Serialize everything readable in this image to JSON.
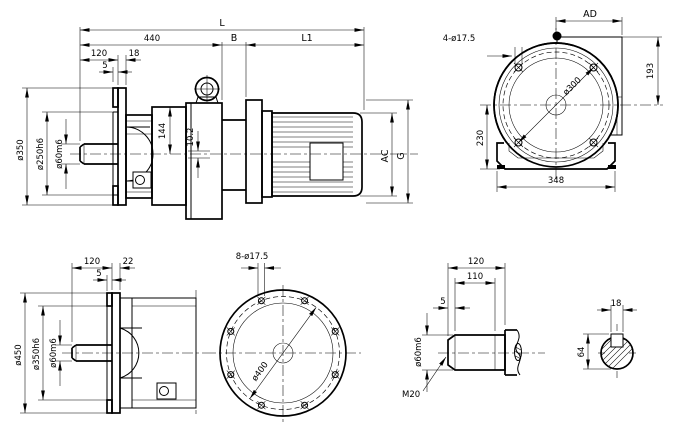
{
  "views": {
    "side": {
      "dims": {
        "L": "L",
        "n440": "440",
        "B": "B",
        "L1": "L1",
        "n120": "120",
        "n18": "18",
        "n5": "5",
        "d350": "ø350",
        "d250": "ø250h6",
        "d60": "ø60m6",
        "n144": "144",
        "n102": "10.2",
        "AC": "AC",
        "G": "G"
      }
    },
    "rear": {
      "dims": {
        "AD": "AD",
        "holes": "4-ø17.5",
        "d300": "ø300",
        "n193": "193",
        "n230": "230",
        "n348": "348"
      }
    },
    "flange_side": {
      "dims": {
        "n120": "120",
        "n22": "22",
        "n5": "5",
        "d450": "ø450",
        "d350": "ø350h6",
        "d60": "ø60m6"
      }
    },
    "flange_front": {
      "dims": {
        "holes": "8-ø17.5",
        "d400": "ø400"
      }
    },
    "shaft": {
      "dims": {
        "n120": "120",
        "n110": "110",
        "n5": "5",
        "d60": "ø60m6",
        "thread": "M20"
      }
    },
    "key_section": {
      "dims": {
        "n18": "18",
        "n64": "64"
      }
    }
  }
}
